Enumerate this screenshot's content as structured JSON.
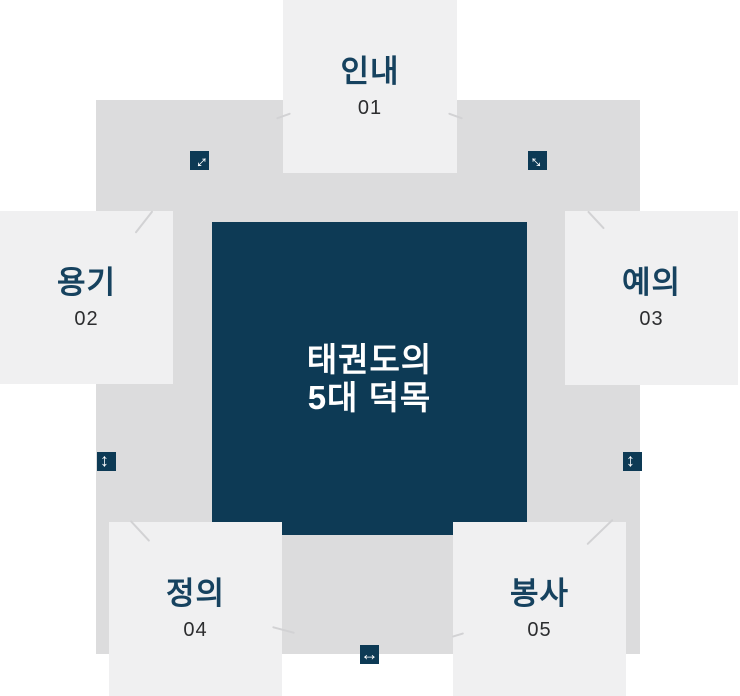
{
  "center": {
    "title_line1": "태권도의",
    "title_line2": "5대 덕목"
  },
  "items": [
    {
      "label": "인내",
      "number": "01",
      "position": "top"
    },
    {
      "label": "용기",
      "number": "02",
      "position": "left"
    },
    {
      "label": "예의",
      "number": "03",
      "position": "right"
    },
    {
      "label": "정의",
      "number": "04",
      "position": "bottom-left"
    },
    {
      "label": "봉사",
      "number": "05",
      "position": "bottom-right"
    }
  ],
  "icons": {
    "double_arrow_glyph": "↔"
  },
  "colors": {
    "navy": "#0d3a55",
    "panel_gray": "#dcdcdd",
    "box_bg": "#f0f0f1",
    "label_navy": "#16425f",
    "number_gray": "#2c2d2f",
    "seam_line": "#d2d2d4",
    "background": "#ffffff",
    "center_text": "#ffffff"
  }
}
